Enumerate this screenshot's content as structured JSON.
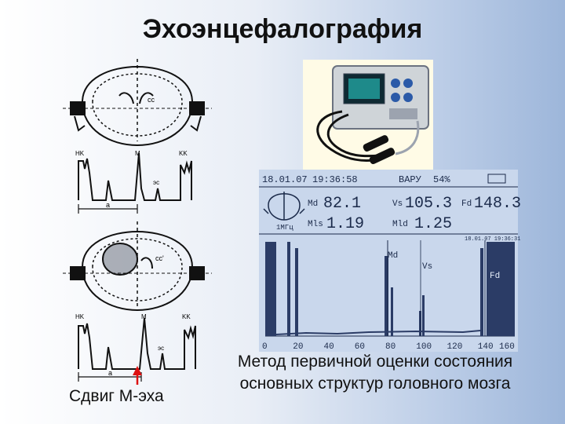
{
  "slide": {
    "title": "Эхоэнцефалография",
    "left_caption": "Сдвиг М-эха",
    "right_caption_line1": "Метод первичной оценки состояния",
    "right_caption_line2": "основных структур головного мозга"
  },
  "schema": {
    "top": {
      "labels": {
        "cc": "cc",
        "nk": "HK",
        "m": "M",
        "kk": "KK",
        "ec": "эс",
        "a": "a"
      }
    },
    "bottom": {
      "labels": {
        "cc": "cc'",
        "nk": "HK",
        "m": "M",
        "kk": "KK",
        "ec": "эс",
        "a": "a"
      }
    }
  },
  "screen": {
    "date": "18.01.07",
    "time": "19:36:58",
    "battery_label": "ВАРУ",
    "battery_value": "54%",
    "freq": "1МГц",
    "md_label": "Md",
    "md_value": "82.1",
    "mls_label": "Mls",
    "mls_value": "1.19",
    "vs_label": "Vs",
    "vs_value": "105.3",
    "mld_label": "Mld",
    "mld_value": "1.25",
    "fd_label": "Fd",
    "fd_value": "148.3",
    "small_stamp": "18.01.07 19:36:31",
    "graph_labels": {
      "md": "Md",
      "vs": "Vs",
      "fd": "Fd"
    },
    "x_ticks": [
      "0",
      "20",
      "40",
      "60",
      "80",
      "100",
      "120",
      "140",
      "160"
    ]
  },
  "colors": {
    "screen_bg": "#c9d7ec",
    "screen_ink": "#1b2a4a",
    "signal": "#2b3c66"
  }
}
